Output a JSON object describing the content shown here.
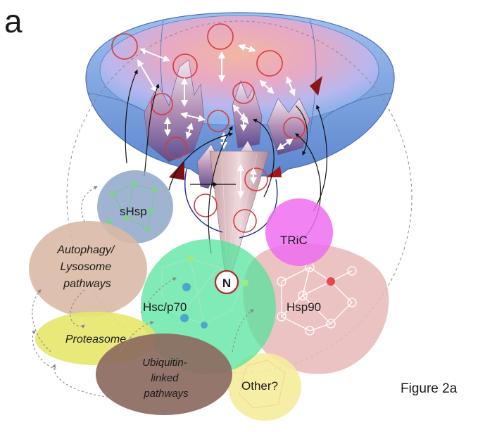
{
  "panel_letter": "a",
  "figure_label": "Figure 2a",
  "native_state_label": "N",
  "chaperone_networks": {
    "shsp": "sHsp",
    "tric": "TRiC",
    "hsc70": "Hsc/p70",
    "hsp90": "Hsp90",
    "other": "Other?"
  },
  "degradation_pathways": {
    "autophagy": [
      "Autophagy/",
      "Lysosome",
      "pathways"
    ],
    "proteasome": "Proteasome",
    "ubiquitin": [
      "Ubiquitin-",
      "linked",
      "pathways"
    ]
  },
  "colors": {
    "shsp": "#8fa6c9",
    "tric": "#ee6df0",
    "hsc70": "#4fe39a",
    "hsp90": "#e9b8b8",
    "other": "#f6ec9c",
    "autophagy": "#d9b9a4",
    "proteasome": "#e6e76a",
    "ubiquitin": "#8c6a60",
    "funnel_rim": "#7ea6df",
    "misfold_circle": "#d43a3a"
  }
}
